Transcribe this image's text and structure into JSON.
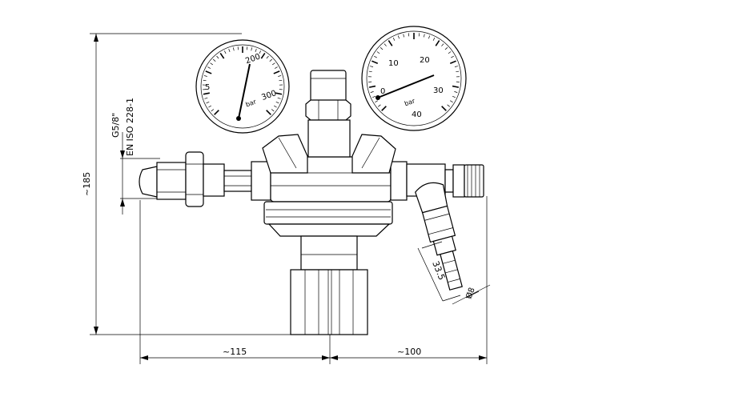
{
  "dimensions": {
    "height": "~185",
    "left_width": "~115",
    "right_width": "~100",
    "hose_length": "33.5",
    "hose_diameter": "Ø8"
  },
  "inlet": {
    "thread": "G5/8\"",
    "standard": "EN ISO 228-1"
  },
  "gauge_high": {
    "scale_labels": [
      "5",
      "200",
      "300"
    ],
    "unit_text": "bar"
  },
  "gauge_low": {
    "scale_labels": [
      "0",
      "10",
      "20",
      "30",
      "40"
    ],
    "unit_text": "bar"
  }
}
